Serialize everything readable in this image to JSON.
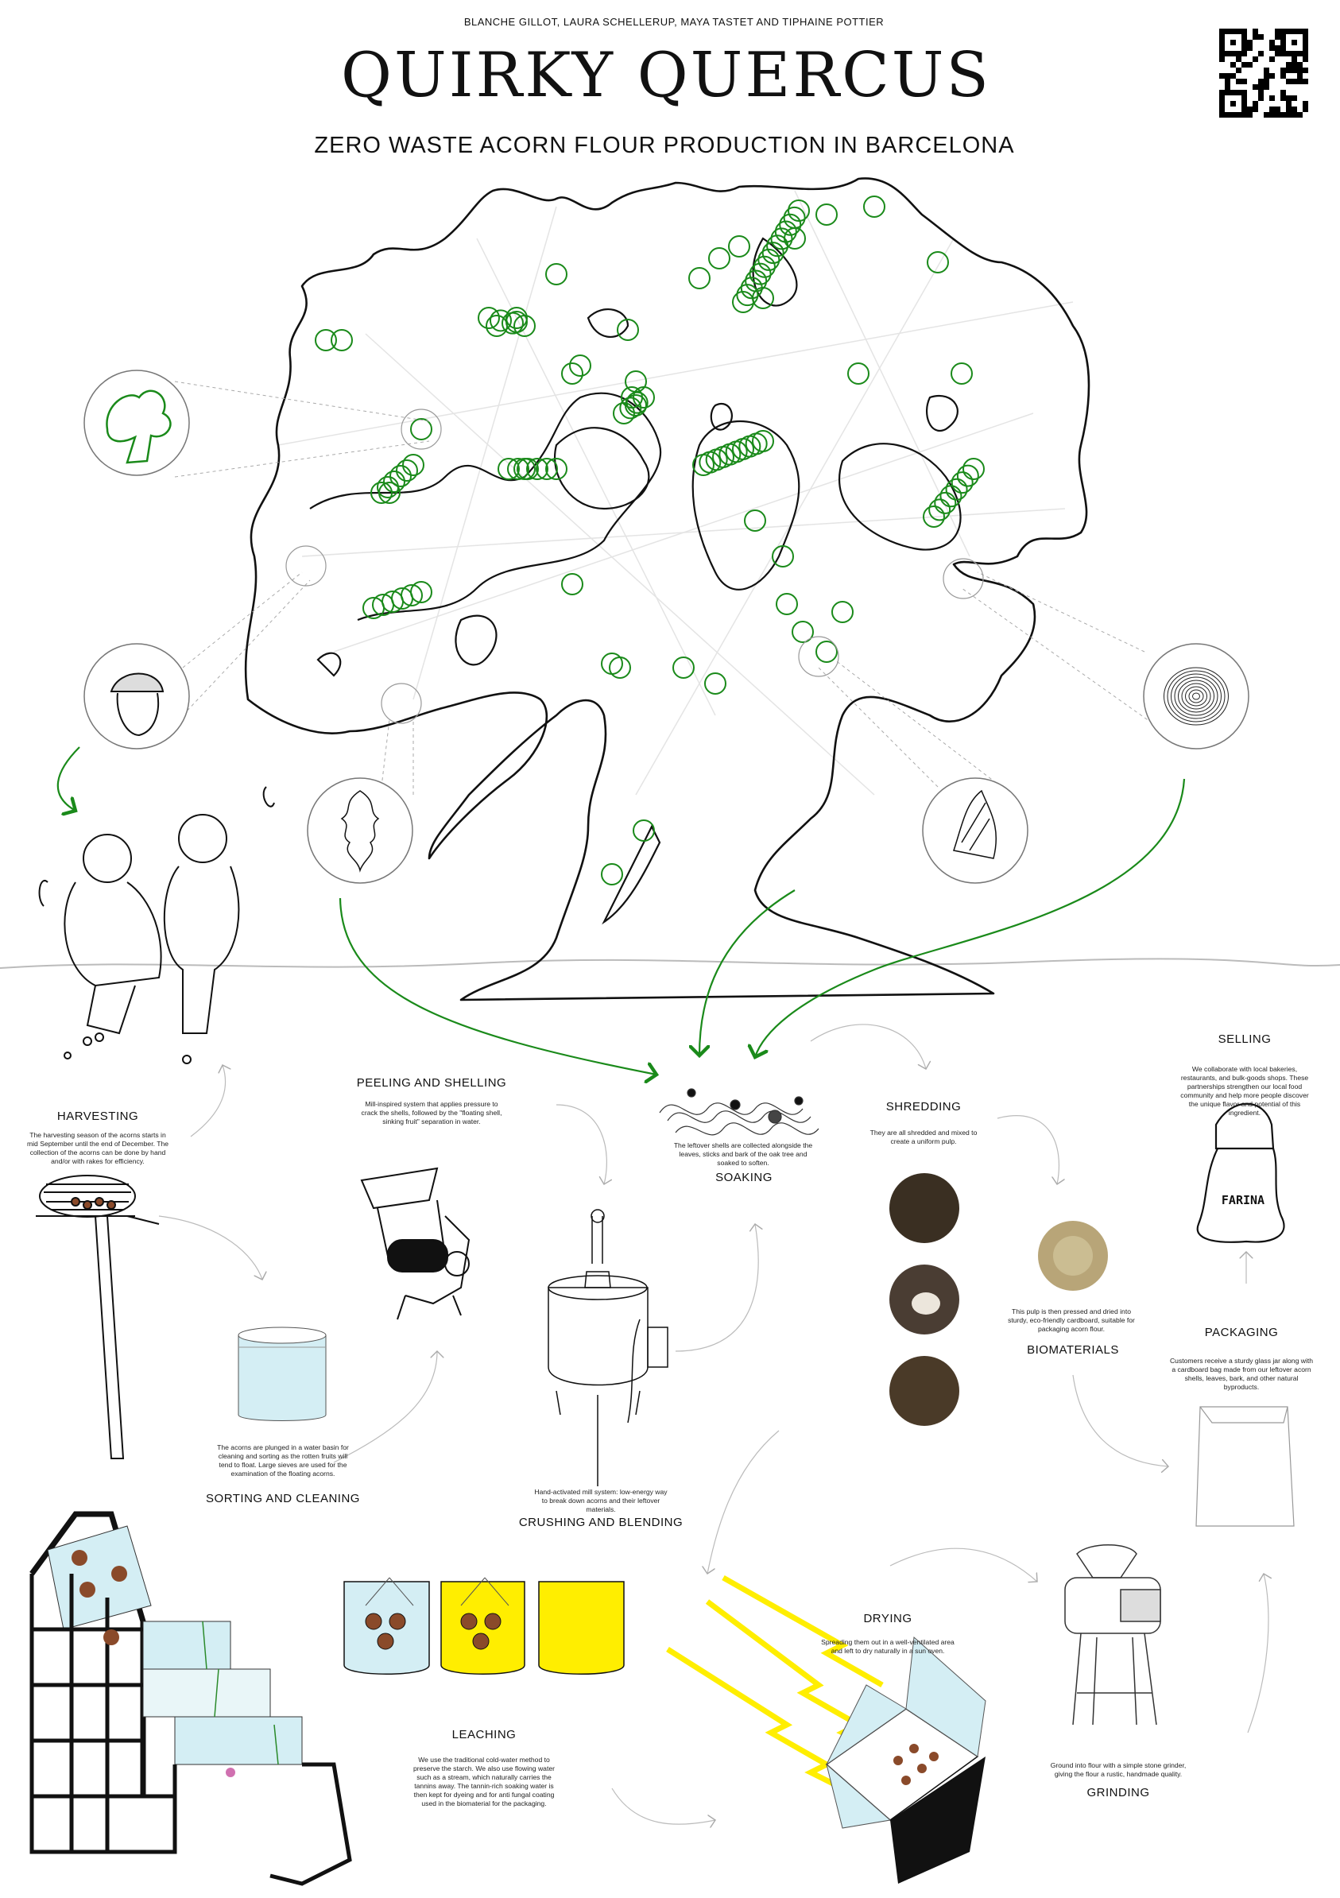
{
  "header": {
    "authors": "BLANCHE GILLOT, LAURA SCHELLERUP, MAYA TASTET AND TIPHAINE POTTIER",
    "title": "QUIRKY QUERCUS",
    "subtitle": "ZERO WASTE ACORN FLOUR PRODUCTION IN BARCELONA"
  },
  "colors": {
    "accent_green": "#1a8a1a",
    "water_blue": "#d4eef4",
    "tannin_yellow": "#ffee00",
    "arrow_grey": "#bbbbbb"
  },
  "steps": {
    "harvesting": {
      "title": "HARVESTING",
      "desc": "The harvesting season of the acorns starts in mid September until the end of December. The collection of the acorns can be done by hand and/or with rakes for efficiency."
    },
    "peeling": {
      "title": "PEELING AND SHELLING",
      "desc": "Mill-inspired system that applies pressure to crack the shells, followed by the \"floating shell, sinking fruit\" separation in water."
    },
    "soaking": {
      "title": "SOAKING",
      "desc": "The leftover shells are collected alongside the leaves, sticks and bark of the oak tree and soaked to soften."
    },
    "shredding": {
      "title": "SHREDDING",
      "desc": "They are all shredded and mixed to create a uniform pulp."
    },
    "selling": {
      "title": "SELLING",
      "desc": "We collaborate with local bakeries, restaurants, and bulk-goods shops. These partnerships strengthen our local food community and help more people discover the unique flavor and potential of this ingredient."
    },
    "sorting": {
      "title": "SORTING AND CLEANING",
      "desc": "The acorns are plunged in a water basin for cleaning and sorting as the rotten fruits will tend to float. Large sieves are used for the examination of the floating acorns."
    },
    "crushing": {
      "title": "CRUSHING AND BLENDING",
      "desc": "Hand-activated mill system: low-energy way to break down acorns and their leftover materials."
    },
    "biomaterials": {
      "title": "BIOMATERIALS",
      "desc": "This pulp is then pressed and dried into sturdy, eco-friendly cardboard, suitable for packaging acorn flour."
    },
    "packaging": {
      "title": "PACKAGING",
      "desc": "Customers receive a sturdy glass jar along with a cardboard bag made from our leftover acorn shells, leaves, bark, and other natural byproducts."
    },
    "leaching": {
      "title": "LEACHING",
      "desc": "We use the traditional cold-water method to preserve the starch. We also use flowing water such as a stream, which naturally carries the tannins away. The tannin-rich soaking water is then kept for dyeing and for anti fungal coating used in the biomaterial for the packaging."
    },
    "drying": {
      "title": "DRYING",
      "desc": "Spreading them out in a well-ventilated area and left to dry naturally in a sun oven."
    },
    "grinding": {
      "title": "GRINDING",
      "desc": "Ground into flour with a simple stone grinder, giving the flour a rustic, handmade quality."
    }
  },
  "bag_lettering": "FARINA"
}
